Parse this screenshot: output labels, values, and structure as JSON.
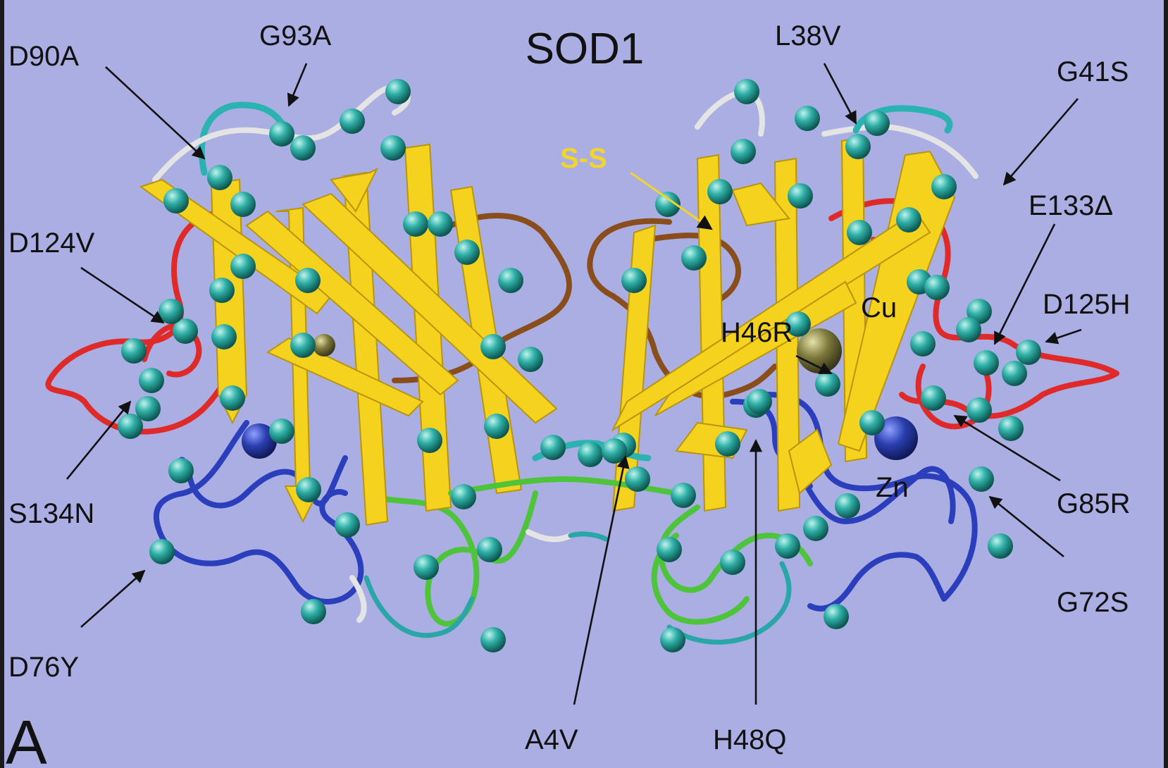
{
  "figure": {
    "title": "SOD1",
    "panel_letter": "A",
    "disulfide_label": "S-S",
    "metal_labels": {
      "copper": "Cu",
      "zinc": "Zn"
    },
    "mutations": [
      "D90A",
      "G93A",
      "L38V",
      "G41S",
      "E133Δ",
      "D124V",
      "D125H",
      "H46R",
      "S134N",
      "G85R",
      "G72S",
      "D76Y",
      "A4V",
      "H48Q"
    ]
  },
  "colors": {
    "background": "#aaaee2",
    "beta_strand": "#f5d21e",
    "atom_sphere": "#2aa6a0",
    "copper": "#7d7a3c",
    "zinc": "#2a3fb0",
    "electrostatic_loop": "#e02a2a",
    "zinc_loop": "#2b3fbd",
    "greek_key_loop": "#4ec43a",
    "label_color": "#111111",
    "disulfide_color": "#f2d52a"
  }
}
